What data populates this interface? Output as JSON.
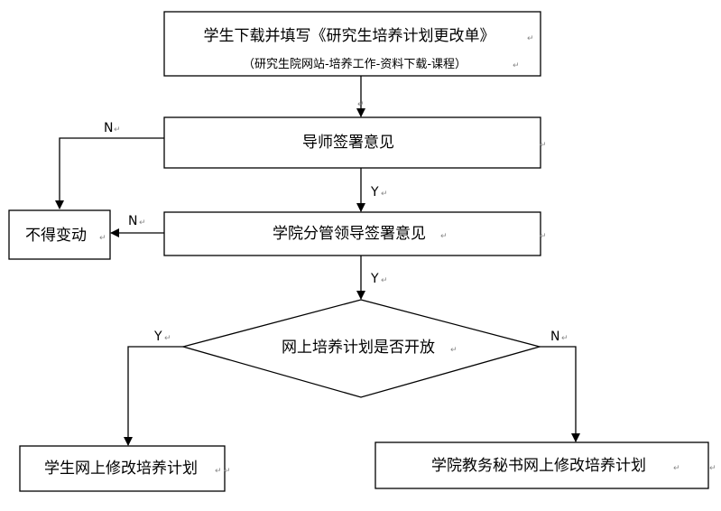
{
  "nodes": {
    "start": {
      "line1": "学生下载并填写《研究生培养计划更改单》",
      "line2": "（研究生院网站-培养工作-资料下载-课程）"
    },
    "supervisor": "导师签署意见",
    "rejected": "不得变动",
    "dean": "学院分管领导签署意见",
    "decision": "网上培养计划是否开放",
    "student_edit": "学生网上修改培养计划",
    "secretary_edit": "学院教务秘书网上修改培养计划"
  },
  "edges": {
    "supervisor_no": "N",
    "supervisor_yes": "Y",
    "dean_no": "N",
    "dean_yes": "Y",
    "decision_yes": "Y",
    "decision_no": "N"
  },
  "paragraph_mark": "↵"
}
